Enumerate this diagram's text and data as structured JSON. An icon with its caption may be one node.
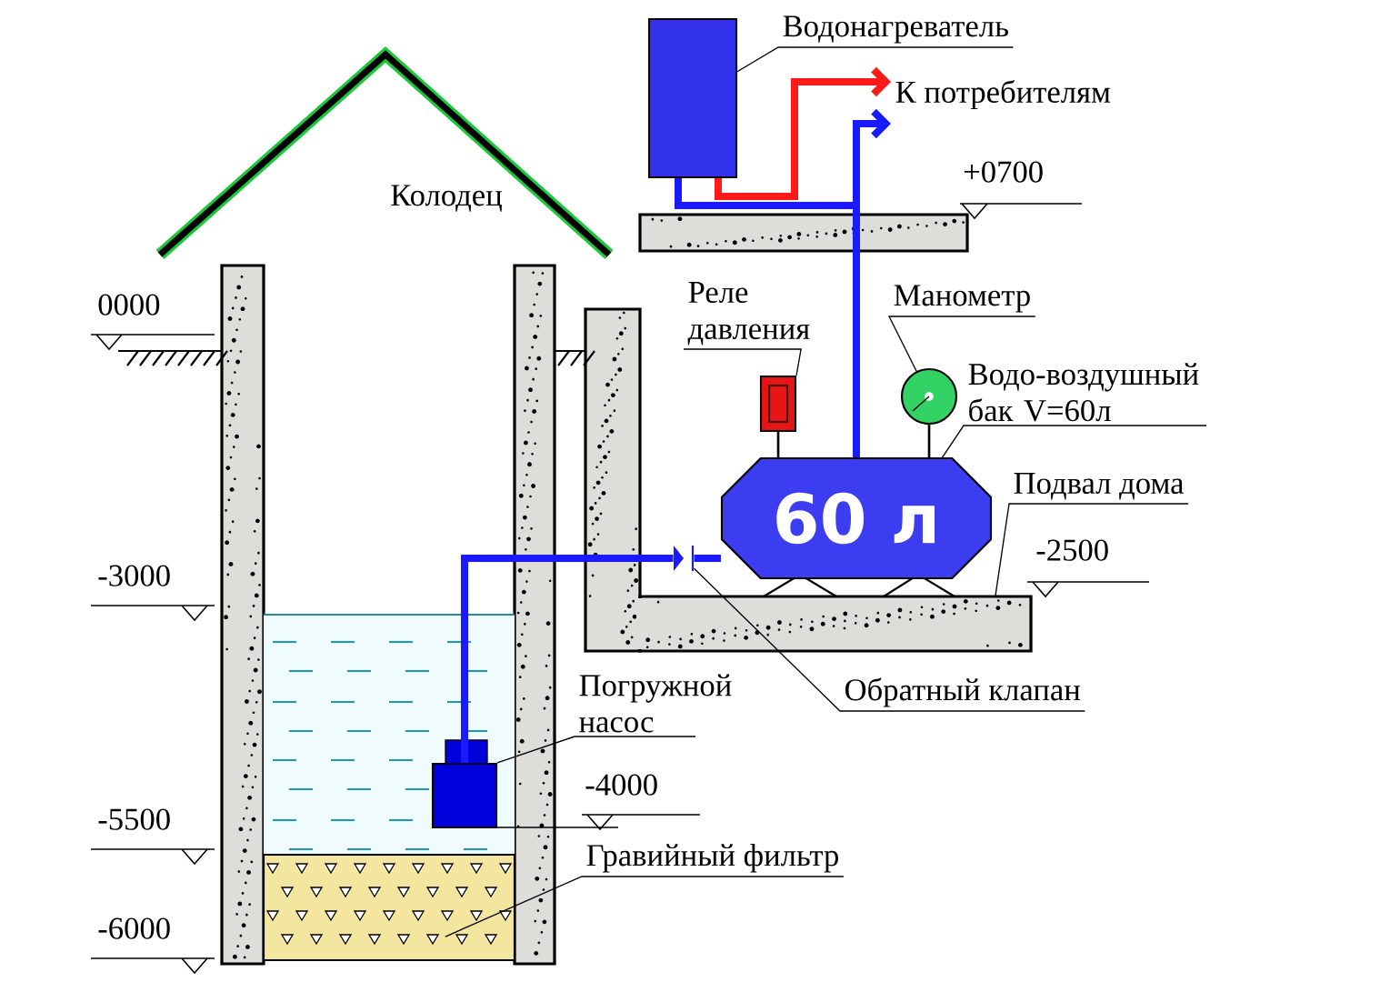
{
  "diagram": {
    "nodes": [
      {
        "text": [],
        "shape": "box"
      },
      {
        "text": [
          "Водонагреватель"
        ]
      },
      {
        "text": [
          "К потребителям"
        ]
      },
      {
        "text": [
          "Реле давления"
        ]
      },
      {
        "text": [],
        "shape": "box"
      },
      {
        "text": [
          "Манометр"
        ]
      },
      {
        "text": [],
        "shape": "circle"
      },
      {
        "text": [
          "Водо-воздушный бак V=60л"
        ]
      },
      {
        "text": [
          "60 л"
        ]
      },
      {
        "text": [
          "Подвал дома"
        ]
      },
      {
        "text": [],
        "shape": "valve"
      },
      {
        "text": [
          "Обратный клапан"
        ]
      },
      {
        "text": [
          "Погружной насос"
        ]
      },
      {
        "text": [],
        "shape": "box"
      },
      {
        "text": [
          "Гравийный фильтр"
        ]
      },
      {
        "text": [],
        "shape": "box"
      },
      {
        "text": [],
        "shape": "box"
      }
    ],
    "edges": [
      {
        "from": 1,
        "to": 0,
        "arrow": "none"
      },
      {
        "from": 0,
        "to": 2,
        "arrow": "to",
        "style": "thick",
        "color": "#ff1a1a"
      },
      {
        "from": 8,
        "to": 2,
        "arrow": "to",
        "style": "thick",
        "color": "#1a1aff"
      },
      {
        "from": 8,
        "to": 0,
        "arrow": "none",
        "style": "thick",
        "color": "#1a1aff"
      },
      {
        "from": 3,
        "to": 4,
        "arrow": "none"
      },
      {
        "from": 5,
        "to": 6,
        "arrow": "none"
      },
      {
        "from": 7,
        "to": 8,
        "arrow": "none"
      },
      {
        "from": 9,
        "to": 16,
        "arrow": "none"
      },
      {
        "from": 11,
        "to": 10,
        "arrow": "none"
      },
      {
        "from": 13,
        "to": 10,
        "arrow": "none",
        "style": "thick",
        "color": "#1a1aff"
      },
      {
        "from": 10,
        "to": 8,
        "arrow": "none",
        "style": "thick",
        "color": "#1a1aff"
      },
      {
        "from": 12,
        "to": 13,
        "arrow": "none"
      },
      {
        "from": 14,
        "to": 15,
        "arrow": "none"
      }
    ],
    "labels": [
      "Колодец",
      "0000",
      "+0700",
      "-2500",
      "-3000",
      "-4000",
      "-5500",
      "-6000"
    ]
  }
}
